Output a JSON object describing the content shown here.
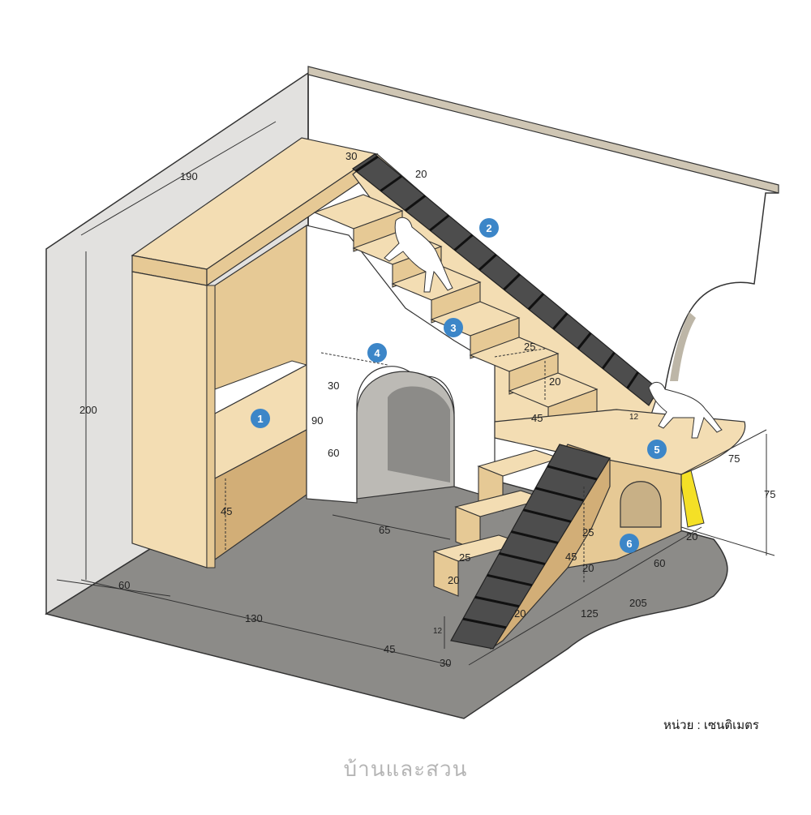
{
  "colors": {
    "wood_light": "#f3ddb3",
    "wood_mid": "#e6c995",
    "wood_dark": "#d2ae77",
    "floor": "#8c8b88",
    "wall_side": "#e2e1df",
    "ramp": "#4d4d4d",
    "accent_yellow": "#f4e026",
    "badge": "#3c86c8"
  },
  "labels": {
    "badges": [
      "1",
      "2",
      "3",
      "4",
      "5",
      "6"
    ],
    "dimensions": {
      "top_length": "190",
      "top_step": "30",
      "ramp_width": "20",
      "wall_height": "200",
      "step_depth": "25",
      "step_rise": "20",
      "landing": "45",
      "landing_edge": "12",
      "arch_top": "30",
      "arch_total": "90",
      "arch_opening": "60",
      "arch_width": "65",
      "bench_height": "45",
      "platform_depth": "75",
      "platform_height": "75",
      "low_step_depth": "25",
      "low_step_rise": "20",
      "lower_rise_a": "25",
      "lower_rise_b": "20",
      "lower_total": "45",
      "lower_step_b": "20",
      "ramp_base_width": "20",
      "ramp_edge": "12",
      "floor_depth": "60",
      "floor_length": "130",
      "floor_seg_45": "45",
      "floor_seg_30": "30",
      "right_60": "60",
      "right_125": "125",
      "right_205": "205",
      "right_20": "20"
    }
  },
  "unit_note": "หน่วย : เซนติเมตร",
  "brand": "บ้านและสวน"
}
